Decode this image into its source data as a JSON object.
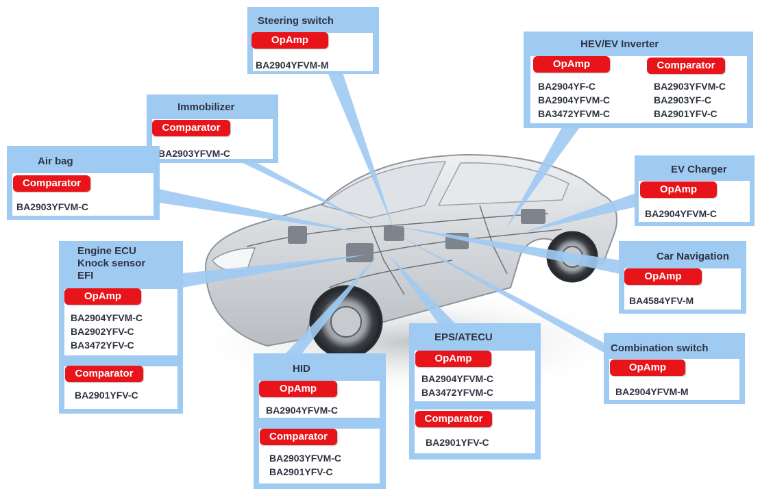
{
  "colors": {
    "callout": "#9fcaf2",
    "badge": "#e8141a",
    "badge_text": "#ffffff",
    "text": "#2e3440",
    "panel": "#ffffff"
  },
  "callouts": {
    "steering": {
      "title": "Steering switch",
      "groups": [
        {
          "badge": "OpAmp",
          "parts": [
            "BA2904YFVM-M"
          ]
        }
      ]
    },
    "immobilizer": {
      "title": "Immobilizer",
      "groups": [
        {
          "badge": "Comparator",
          "parts": [
            "BA2903YFVM-C"
          ]
        }
      ]
    },
    "airbag": {
      "title": "Air bag",
      "groups": [
        {
          "badge": "Comparator",
          "parts": [
            "BA2903YFVM-C"
          ]
        }
      ]
    },
    "engine": {
      "title_lines": [
        "Engine ECU",
        "Knock sensor",
        "EFI"
      ],
      "groups": [
        {
          "badge": "OpAmp",
          "parts": [
            "BA2904YFVM-C",
            "BA2902YFV-C",
            "BA3472YFV-C"
          ]
        },
        {
          "badge": "Comparator",
          "parts": [
            "BA2901YFV-C"
          ]
        }
      ]
    },
    "hid": {
      "title": "HID",
      "groups": [
        {
          "badge": "OpAmp",
          "parts": [
            "BA2904YFVM-C"
          ]
        },
        {
          "badge": "Comparator",
          "parts": [
            "BA2903YFVM-C",
            "BA2901YFV-C"
          ]
        }
      ]
    },
    "eps": {
      "title": "EPS/ATECU",
      "groups": [
        {
          "badge": "OpAmp",
          "parts": [
            "BA2904YFVM-C",
            "BA3472YFVM-C"
          ]
        },
        {
          "badge": "Comparator",
          "parts": [
            "BA2901YFV-C"
          ]
        }
      ]
    },
    "inverter": {
      "title": "HEV/EV Inverter",
      "groups": [
        {
          "badge": "OpAmp",
          "parts": [
            "BA2904YF-C",
            "BA2904YFVM-C",
            "BA3472YFVM-C"
          ]
        },
        {
          "badge": "Comparator",
          "parts": [
            "BA2903YFVM-C",
            "BA2903YF-C",
            "BA2901YFV-C"
          ]
        }
      ]
    },
    "evcharger": {
      "title": "EV Charger",
      "groups": [
        {
          "badge": "OpAmp",
          "parts": [
            "BA2904YFVM-C"
          ]
        }
      ]
    },
    "navigation": {
      "title": "Car Navigation",
      "groups": [
        {
          "badge": "OpAmp",
          "parts": [
            "BA4584YFV-M"
          ]
        }
      ]
    },
    "combination": {
      "title": "Combination switch",
      "groups": [
        {
          "badge": "OpAmp",
          "parts": [
            "BA2904YFVM-M"
          ]
        }
      ]
    }
  }
}
